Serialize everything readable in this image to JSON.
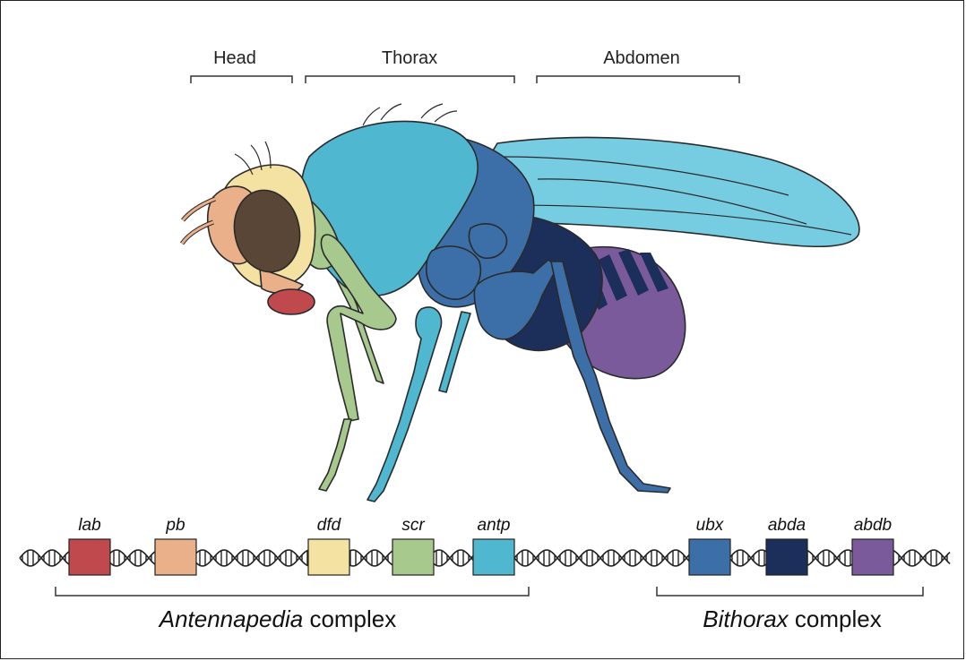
{
  "segments": [
    {
      "label": "Head"
    },
    {
      "label": "Thorax"
    },
    {
      "label": "Abdomen"
    }
  ],
  "genes": [
    {
      "name": "lab",
      "color": "#c0494e"
    },
    {
      "name": "pb",
      "color": "#e9b08a"
    },
    {
      "name": "dfd",
      "color": "#f4e2a3"
    },
    {
      "name": "scr",
      "color": "#a7c98e"
    },
    {
      "name": "antp",
      "color": "#4fb7cf"
    },
    {
      "name": "ubx",
      "color": "#3c6fa7"
    },
    {
      "name": "abda",
      "color": "#1c2e5a"
    },
    {
      "name": "abdb",
      "color": "#7b5a9b"
    }
  ],
  "complexes": [
    {
      "italic": "Antennapedia",
      "rest": " complex"
    },
    {
      "italic": "Bithorax",
      "rest": " complex"
    }
  ],
  "colors": {
    "head_face": "#f4e2a3",
    "head_front": "#e9b08a",
    "mouth": "#c0494e",
    "eye": "#5a4636",
    "leg1": "#a7c98e",
    "thorax": "#4fb7cf",
    "thorax_back": "#3c6fa7",
    "abdomen_front": "#1c2e5a",
    "abdomen_rear": "#7b5a9b",
    "wing": "#5ec3dc",
    "outline": "#2a2a2a"
  }
}
